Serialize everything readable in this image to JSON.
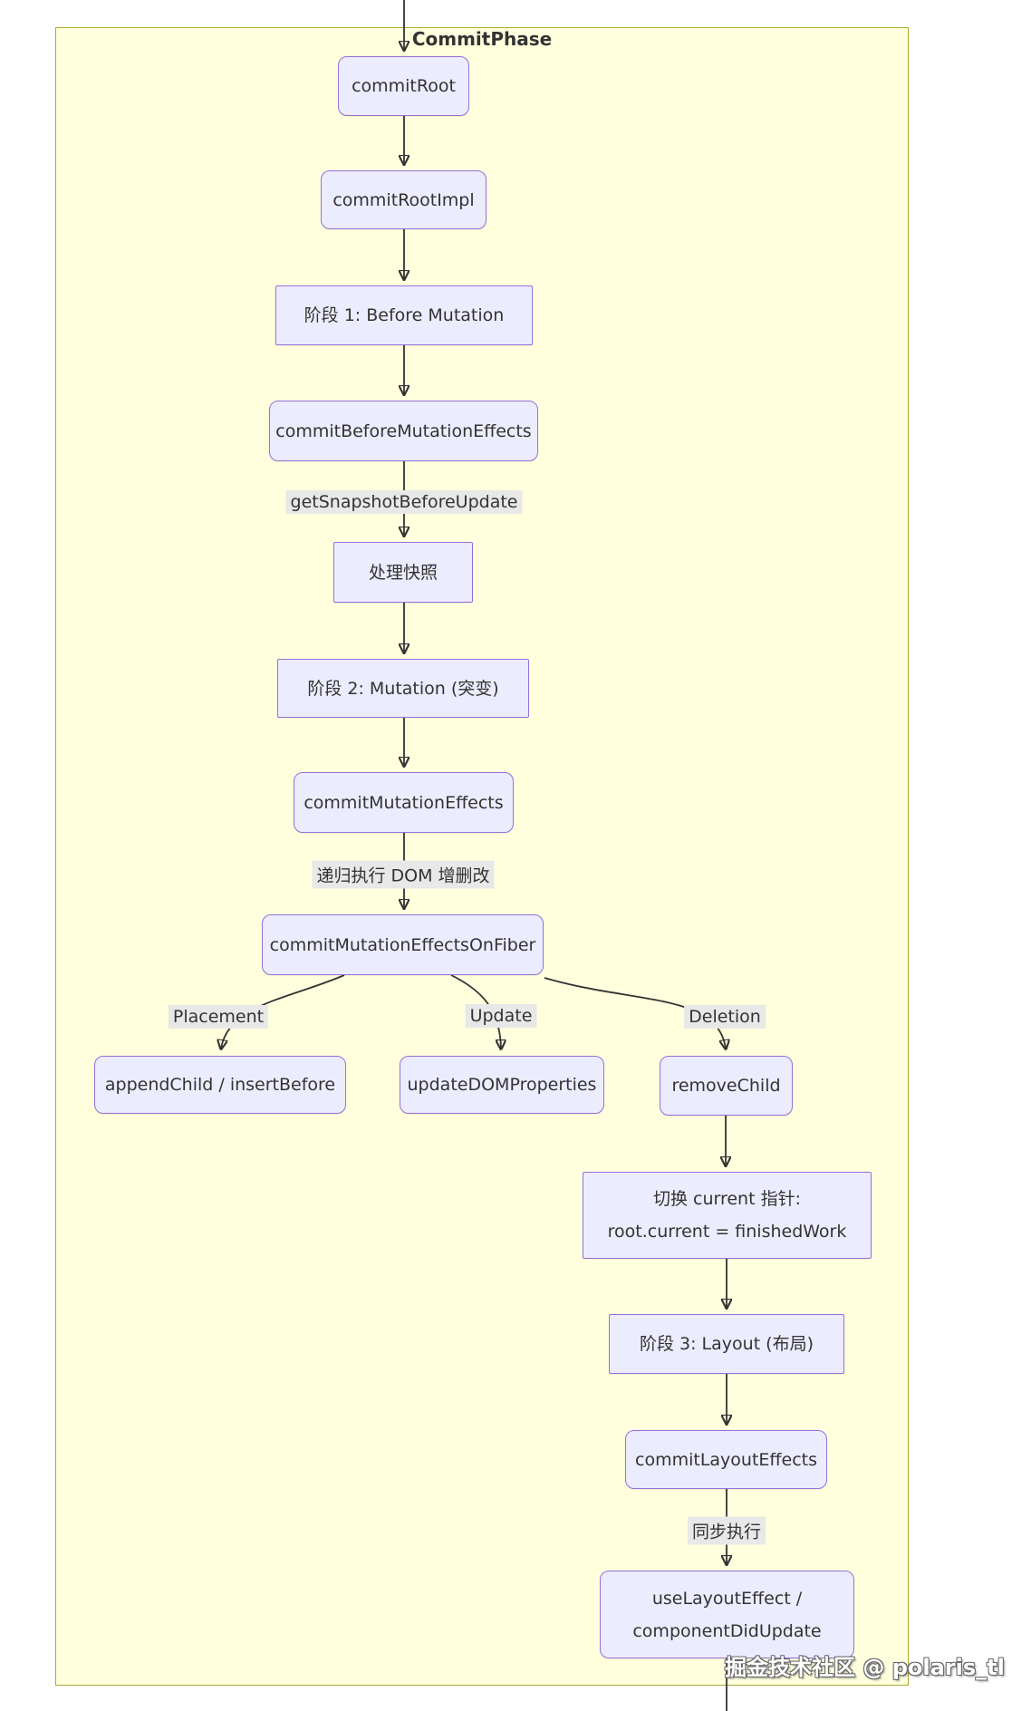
{
  "diagram": {
    "cluster_label": "CommitPhase",
    "watermark": "掘金技术社区 @ polaris_tl",
    "colors": {
      "cluster_fill": "#ffffde",
      "cluster_border": "#aaaa33",
      "node_fill": "#ececff",
      "node_border": "#9370db",
      "edge_stroke": "#333333",
      "edge_label_bg": "#e8e8e8",
      "text": "#333333"
    },
    "nodes": {
      "commitRoot": {
        "label": "commitRoot"
      },
      "commitRootImpl": {
        "label": "commitRootImpl"
      },
      "phase1": {
        "label": "阶段 1: Before Mutation"
      },
      "commitBeforeMutationEffects": {
        "label": "commitBeforeMutationEffects"
      },
      "handleSnapshot": {
        "label": "处理快照"
      },
      "phase2": {
        "label": "阶段 2: Mutation (突变)"
      },
      "commitMutationEffects": {
        "label": "commitMutationEffects"
      },
      "commitMutationEffectsOnFiber": {
        "label": "commitMutationEffectsOnFiber"
      },
      "appendChildInsertBefore": {
        "label": "appendChild / insertBefore"
      },
      "updateDOMProperties": {
        "label": "updateDOMProperties"
      },
      "removeChild": {
        "label": "removeChild"
      },
      "switchCurrentPointer": {
        "label": "切换 current 指针:\nroot.current = finishedWork"
      },
      "phase3": {
        "label": "阶段 3: Layout (布局)"
      },
      "commitLayoutEffects": {
        "label": "commitLayoutEffects"
      },
      "useLayoutEffectComponentDidUpdate": {
        "label": "useLayoutEffect /\ncomponentDidUpdate"
      }
    },
    "edge_labels": {
      "getSnapshotBeforeUpdate": "getSnapshotBeforeUpdate",
      "recursiveDomOps": "递归执行 DOM 增删改",
      "placement": "Placement",
      "update": "Update",
      "deletion": "Deletion",
      "syncExec": "同步执行"
    }
  }
}
